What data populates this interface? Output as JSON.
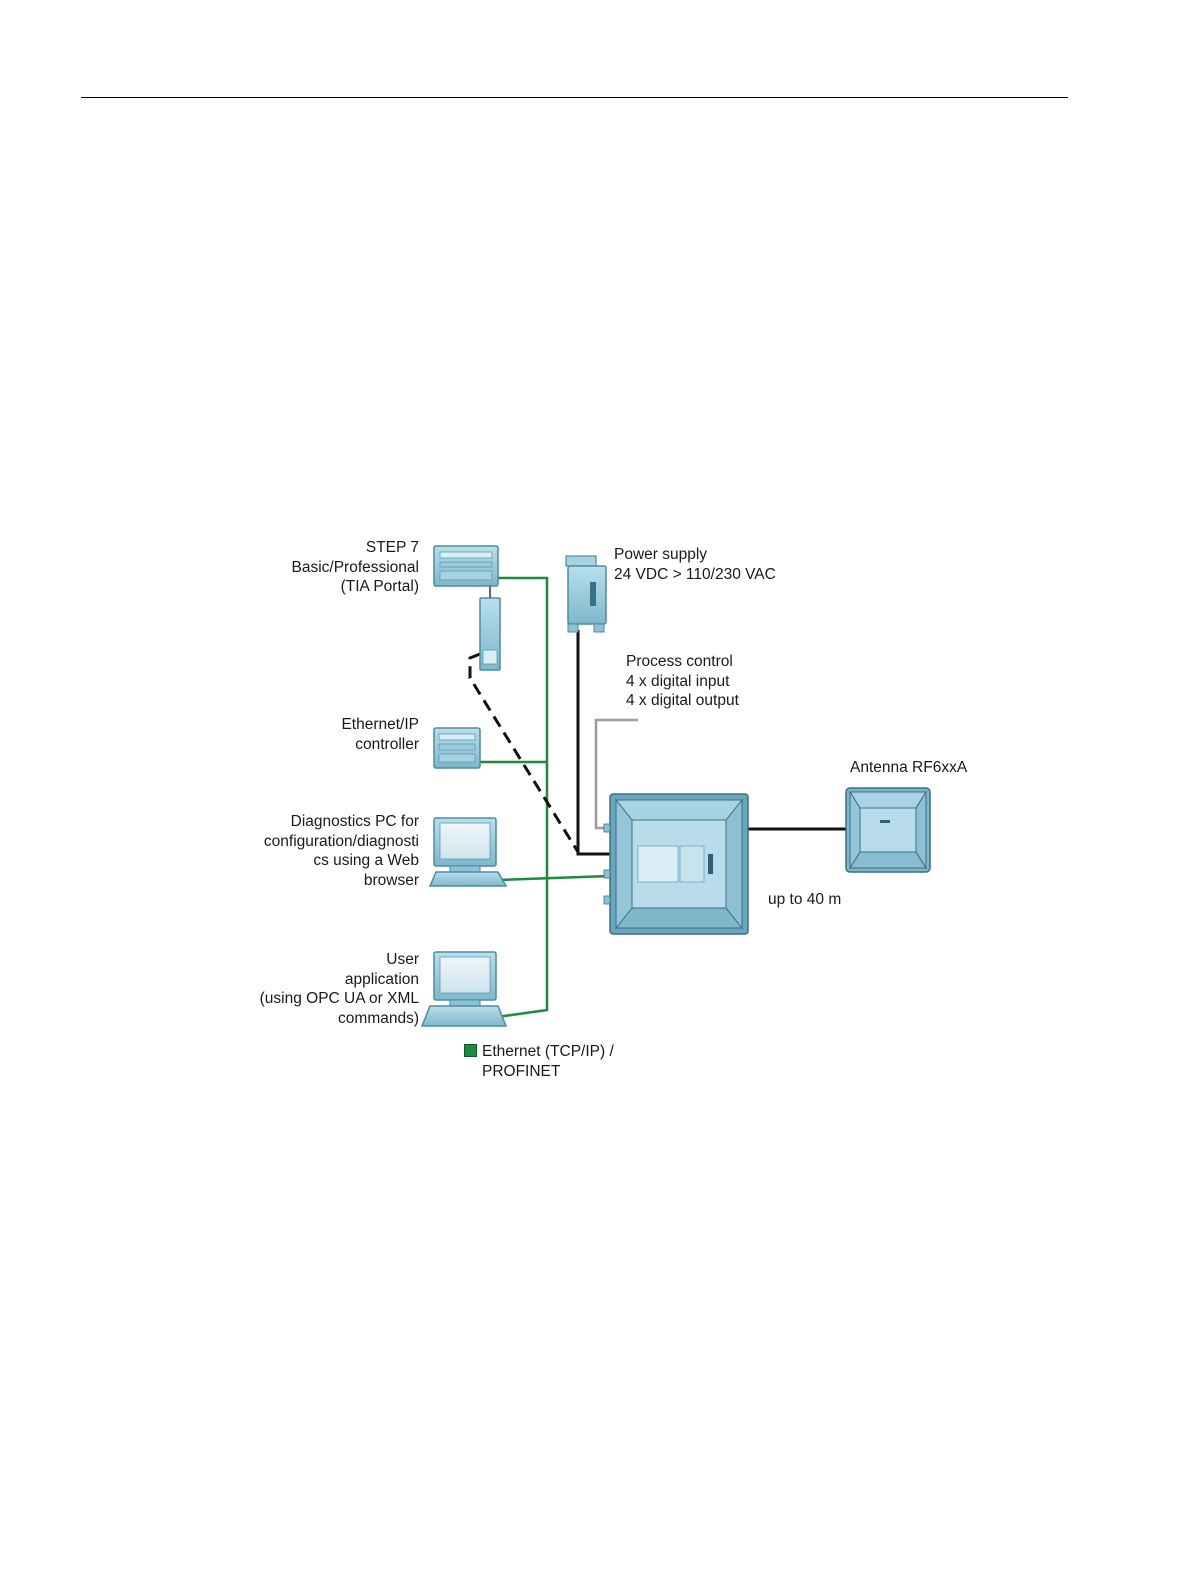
{
  "labels": {
    "step7": [
      "STEP 7",
      "Basic/Professional",
      "(TIA Portal)"
    ],
    "power": [
      "Power supply",
      "24 VDC > 110/230 VAC"
    ],
    "process": [
      "Process control",
      "4 x digital input",
      "4 x digital output"
    ],
    "ethernetip": [
      "Ethernet/IP",
      "controller"
    ],
    "antenna": "Antenna RF6xxA",
    "diagpc": [
      "Diagnostics PC for",
      "configuration/diagnosti",
      "cs using a Web",
      "browser"
    ],
    "distance": "up to 40 m",
    "userapp": [
      "User",
      "application",
      "(using OPC UA or XML",
      "commands)"
    ],
    "legend": [
      "Ethernet (TCP/IP) /",
      "PROFINET"
    ]
  },
  "colors": {
    "ethernet": "#1e8a3c",
    "device": "#8dc2d4",
    "device_dark": "#4d8ca3",
    "cable": "#111111",
    "io_cable": "#999999"
  }
}
